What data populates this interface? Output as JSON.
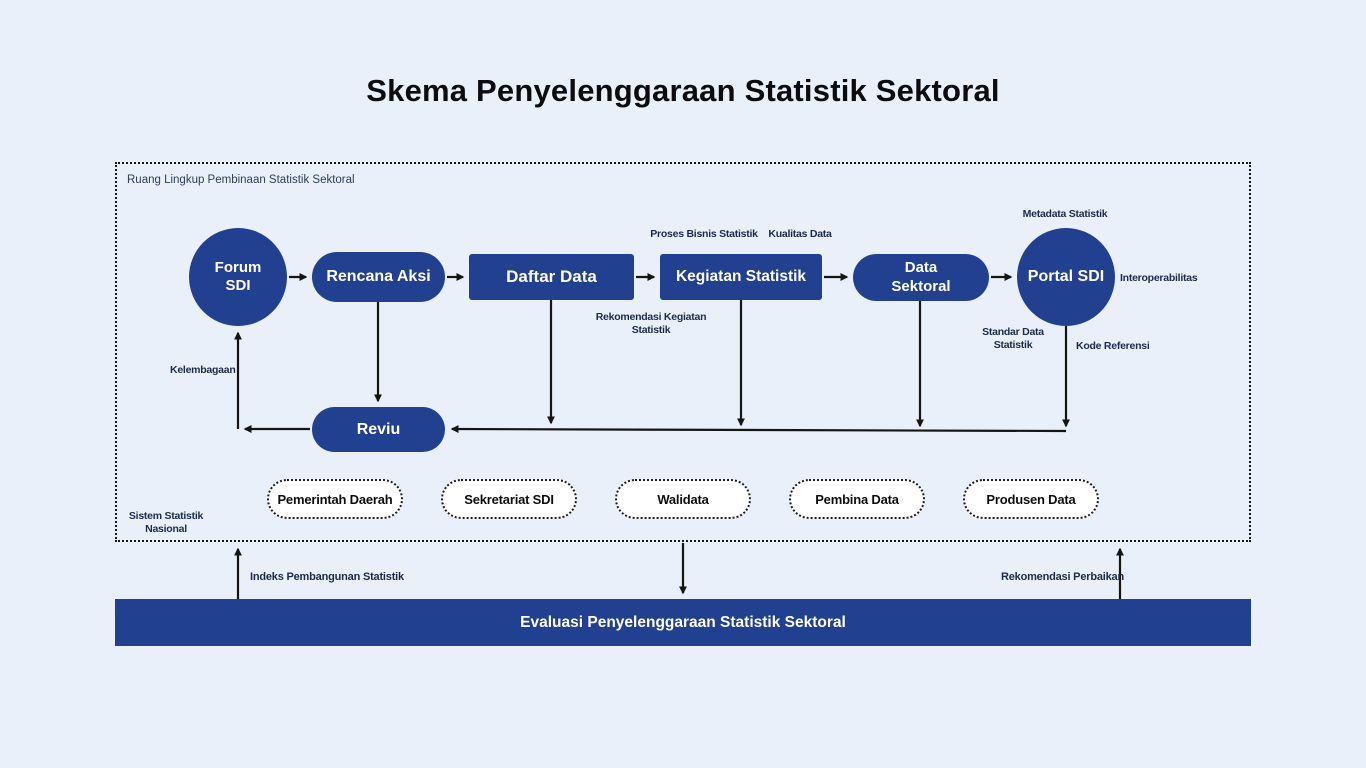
{
  "title": "Skema Penyelenggaraan Statistik Sektoral",
  "colors": {
    "bg": "#e9f0fa",
    "navy": "#21408f",
    "label-ink": "#1c2b4a",
    "scope-ink": "#2e3d59"
  },
  "scope": {
    "title": "Ruang Lingkup Pembinaan Statistik Sektoral",
    "system_label": "Sistem Statistik\nNasional"
  },
  "nodes": {
    "forum_sdi": "Forum\nSDI",
    "rencana_aksi": "Rencana Aksi",
    "daftar_data": "Daftar Data",
    "kegiatan_statistik": "Kegiatan Statistik",
    "data_sektoral": "Data\nSektoral",
    "portal_sdi": "Portal SDI",
    "reviu": "Reviu"
  },
  "annotations": {
    "proses_bisnis": "Proses Bisnis Statistik",
    "kualitas_data": "Kualitas Data",
    "metadata_statistik": "Metadata Statistik",
    "interoperabilitas": "Interoperabilitas",
    "rekomendasi_kegiatan": "Rekomendasi Kegiatan\nStatistik",
    "standar_data": "Standar Data\nStatistik",
    "kode_referensi": "Kode Referensi",
    "kelembagaan": "Kelembagaan"
  },
  "actors": [
    "Pemerintah Daerah",
    "Sekretariat SDI",
    "Walidata",
    "Pembina Data",
    "Produsen Data"
  ],
  "evaluation": {
    "bar_label": "Evaluasi Penyelenggaraan Statistik Sektoral",
    "indeks_label": "Indeks Pembangunan Statistik",
    "rekomendasi_label": "Rekomendasi Perbaikan"
  }
}
